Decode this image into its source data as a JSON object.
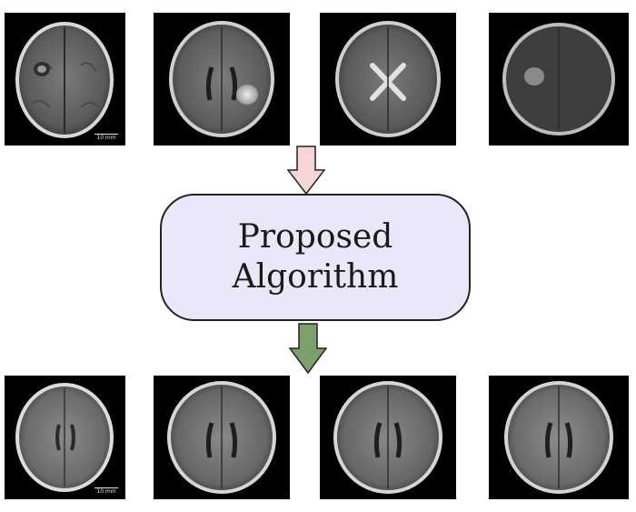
{
  "process": {
    "label": "Proposed\nAlgorithm",
    "fill_color": "#ebe6f8",
    "border_color": "#222222"
  },
  "arrows": {
    "input_arrow_color": "#f5d5d8",
    "output_arrow_color": "#7d9f6b"
  },
  "input_scans": {
    "scale_bar_label": "10 mm",
    "count": 4
  },
  "output_scans": {
    "scale_bar_label": "10 mm",
    "count": 4
  }
}
